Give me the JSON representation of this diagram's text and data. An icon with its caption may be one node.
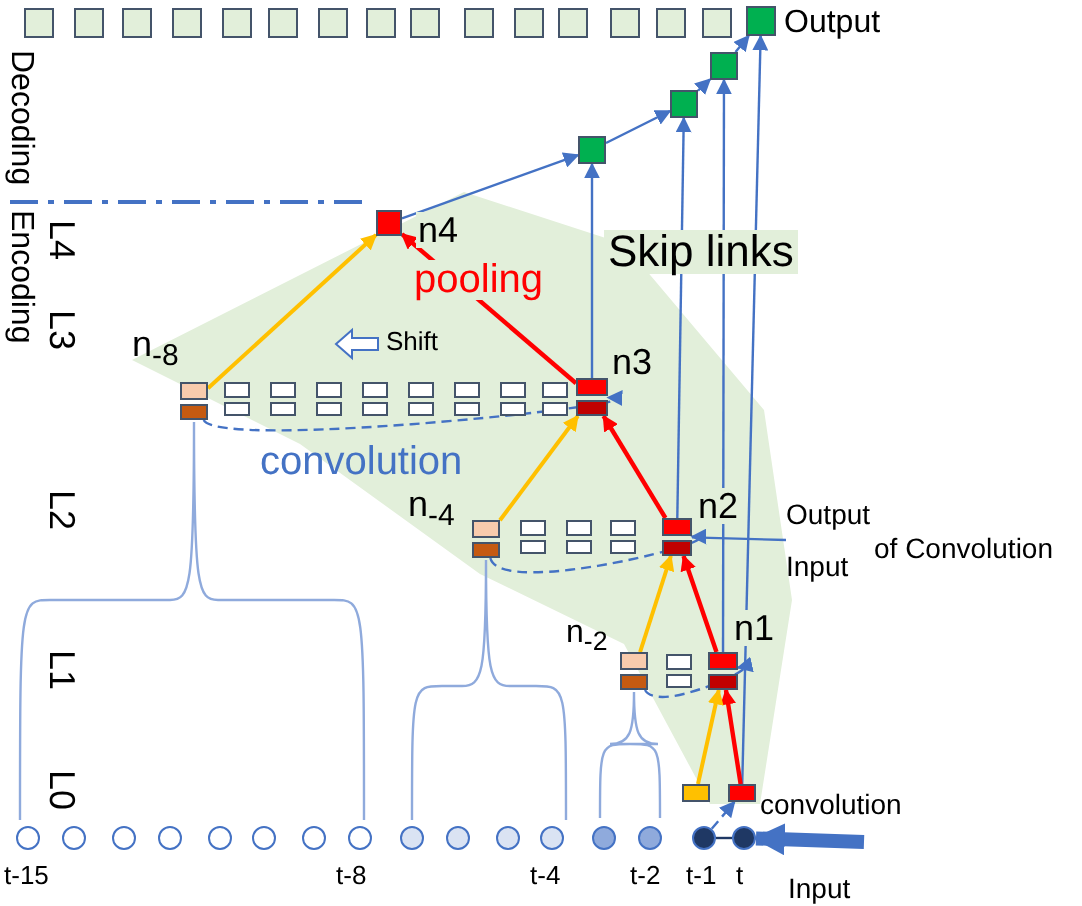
{
  "diagram": {
    "nodes": [
      {
        "text": [],
        "shape": "box"
      },
      {
        "text": [],
        "shape": "box"
      },
      {
        "text": [],
        "shape": "box"
      },
      {
        "text": [],
        "shape": "box"
      },
      {
        "text": [],
        "shape": "box"
      },
      {
        "text": [],
        "shape": "box"
      },
      {
        "text": [],
        "shape": "box"
      },
      {
        "text": [],
        "shape": "box"
      },
      {
        "text": [],
        "shape": "box"
      },
      {
        "text": [],
        "shape": "box"
      },
      {
        "text": [],
        "shape": "box"
      },
      {
        "text": [],
        "shape": "box"
      },
      {
        "text": [],
        "shape": "box"
      },
      {
        "text": [],
        "shape": "box"
      },
      {
        "text": [],
        "shape": "box"
      },
      {
        "text": [],
        "shape": "box",
        "beside": [
          "Output"
        ]
      },
      {
        "text": [],
        "shape": "box"
      },
      {
        "text": [],
        "shape": "box"
      },
      {
        "text": [],
        "shape": "box"
      },
      {
        "text": [],
        "shape": "box",
        "beside": [
          "n4"
        ]
      },
      {
        "text": [],
        "shape": "box",
        "beside": [
          "n$_{-8}$"
        ]
      },
      {
        "text": [],
        "shape": "box"
      },
      {
        "text": [],
        "shape": "box"
      },
      {
        "text": [],
        "shape": "box"
      },
      {
        "text": [],
        "shape": "box"
      },
      {
        "text": [],
        "shape": "box"
      },
      {
        "text": [],
        "shape": "box"
      },
      {
        "text": [],
        "shape": "box"
      },
      {
        "text": [],
        "shape": "box"
      },
      {
        "text": [],
        "shape": "box",
        "beside": [
          "n3"
        ]
      },
      {
        "text": [],
        "shape": "box",
        "beside": [
          "n$_{-4}$"
        ]
      },
      {
        "text": [],
        "shape": "box"
      },
      {
        "text": [],
        "shape": "box"
      },
      {
        "text": [],
        "shape": "box"
      },
      {
        "text": [],
        "shape": "box",
        "beside": [
          "n2"
        ]
      },
      {
        "text": [],
        "shape": "box",
        "beside": [
          "n$_{-2}$"
        ]
      },
      {
        "text": [],
        "shape": "box"
      },
      {
        "text": [],
        "shape": "box",
        "beside": [
          "n1"
        ]
      },
      {
        "text": [],
        "shape": "box"
      },
      {
        "text": [],
        "shape": "box"
      },
      {
        "text": [],
        "shape": "circle",
        "beside": [
          "t-15"
        ]
      },
      {
        "text": [],
        "shape": "circle"
      },
      {
        "text": [],
        "shape": "circle"
      },
      {
        "text": [],
        "shape": "circle"
      },
      {
        "text": [],
        "shape": "circle"
      },
      {
        "text": [],
        "shape": "circle"
      },
      {
        "text": [],
        "shape": "circle"
      },
      {
        "text": [],
        "shape": "circle",
        "beside": [
          "t-8"
        ]
      },
      {
        "text": [],
        "shape": "circle"
      },
      {
        "text": [],
        "shape": "circle"
      },
      {
        "text": [],
        "shape": "circle"
      },
      {
        "text": [],
        "shape": "circle",
        "beside": [
          "t-4"
        ]
      },
      {
        "text": [],
        "shape": "circle"
      },
      {
        "text": [],
        "shape": "circle",
        "beside": [
          "t-2"
        ]
      },
      {
        "text": [],
        "shape": "circle",
        "beside": [
          "t-1"
        ]
      },
      {
        "text": [],
        "shape": "circle",
        "beside": [
          "t"
        ]
      },
      {
        "text": [
          "Output",
          "Input",
          "of Convolution"
        ]
      }
    ],
    "edges": [
      {
        "from": 18,
        "to": 17,
        "arrow": "to"
      },
      {
        "from": 17,
        "to": 16,
        "arrow": "to"
      },
      {
        "from": 16,
        "to": 15,
        "arrow": "to"
      },
      {
        "from": 19,
        "to": 18,
        "arrow": "to"
      },
      {
        "from": 29,
        "to": 18,
        "arrow": "to"
      },
      {
        "from": 34,
        "to": 17,
        "arrow": "to"
      },
      {
        "from": 37,
        "to": 16,
        "arrow": "to"
      },
      {
        "from": 39,
        "to": 15,
        "arrow": "to"
      },
      {
        "from": 39,
        "to": 37,
        "arrow": "to",
        "color": "#ff0000"
      },
      {
        "from": 37,
        "to": 34,
        "arrow": "to",
        "color": "#ff0000"
      },
      {
        "from": 34,
        "to": 29,
        "arrow": "to",
        "color": "#ff0000"
      },
      {
        "from": 29,
        "to": 19,
        "arrow": "to",
        "color": "#ff0000"
      },
      {
        "from": 38,
        "to": 37,
        "arrow": "to",
        "color": "#ffc000"
      },
      {
        "from": 35,
        "to": 34,
        "arrow": "to",
        "color": "#ffc000"
      },
      {
        "from": 30,
        "to": 29,
        "arrow": "to",
        "color": "#ffc000"
      },
      {
        "from": 20,
        "to": 19,
        "arrow": "to",
        "color": "#ffc000"
      },
      {
        "from": 20,
        "to": 29,
        "arrow": "to",
        "style": "dashed"
      },
      {
        "from": 30,
        "to": 34,
        "arrow": "to",
        "style": "dashed"
      },
      {
        "from": 35,
        "to": 37,
        "arrow": "to",
        "style": "dashed"
      },
      {
        "from": 54,
        "to": 39,
        "arrow": "to",
        "style": "dashed"
      },
      {
        "from": 54,
        "to": 55,
        "arrow": "none",
        "color": "#1f3864"
      },
      {
        "from": null,
        "to": 55,
        "arrow": "to",
        "style": "thick"
      },
      {
        "from": 56,
        "to": 34,
        "arrow": "none"
      }
    ],
    "labels": [
      "Decoding",
      "Encoding",
      "L4",
      "L3",
      "L2",
      "L1",
      "L0",
      "Skip links",
      "pooling",
      "Shift",
      "convolution",
      "convolution",
      "Input"
    ]
  }
}
